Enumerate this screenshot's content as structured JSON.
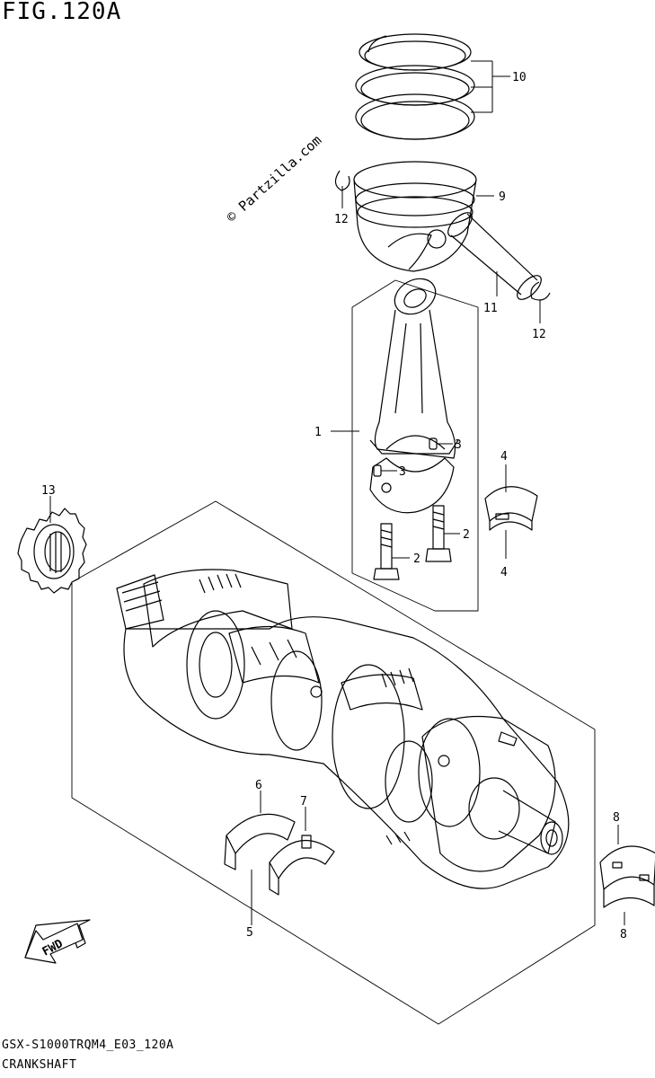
{
  "figure": {
    "title": "FIG.120A"
  },
  "watermark": {
    "text": "© Partzilla.com"
  },
  "callouts": [
    "10",
    "9",
    "12",
    "11",
    "12",
    "1",
    "3",
    "3",
    "2",
    "2",
    "4",
    "4",
    "13",
    "6",
    "7",
    "5",
    "8",
    "8"
  ],
  "direction_badge": {
    "text": "FWD"
  },
  "footer": {
    "code": "GSX-S1000TRQM4_E03_120A",
    "caption": "CRANKSHAFT"
  },
  "colors": {
    "ink": "#000000",
    "paper": "#ffffff"
  }
}
